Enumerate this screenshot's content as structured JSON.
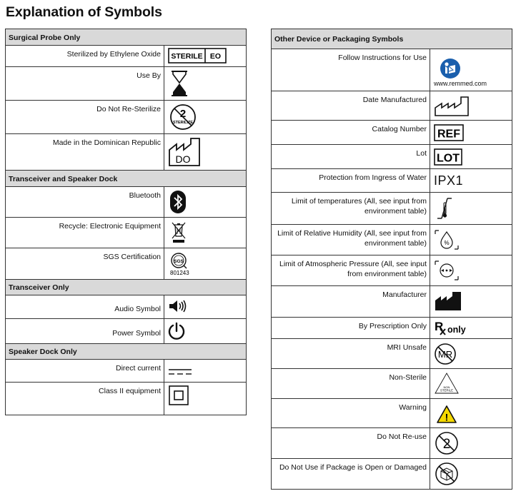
{
  "title": "Explanation of Symbols",
  "left": {
    "sections": [
      {
        "header": "Surgical Probe Only",
        "rows": [
          {
            "label": "Sterilized by Ethylene Oxide",
            "icon": "sterile-eo-icon",
            "text": [
              "STERILE",
              "EO"
            ]
          },
          {
            "label": "Use By",
            "icon": "hourglass-icon"
          },
          {
            "label": "Do Not Re-Sterilize",
            "icon": "do-not-resterilize-icon",
            "text": [
              "2",
              "STERILIZE"
            ]
          },
          {
            "label": "Made in the Dominican Republic",
            "icon": "factory-do-icon",
            "text": [
              "DO"
            ]
          }
        ]
      },
      {
        "header": "Transceiver and Speaker Dock",
        "rows": [
          {
            "label": "Bluetooth",
            "icon": "bluetooth-icon"
          },
          {
            "label": "Recycle: Electronic Equipment",
            "icon": "weee-bin-icon"
          },
          {
            "label": "SGS Certification",
            "icon": "sgs-icon",
            "text": [
              "SGS",
              "801243"
            ]
          }
        ]
      },
      {
        "header": "Transceiver Only",
        "rows": [
          {
            "label": "Audio Symbol",
            "icon": "speaker-icon"
          },
          {
            "label": "Power Symbol",
            "icon": "power-icon"
          }
        ]
      },
      {
        "header": "Speaker Dock Only",
        "rows": [
          {
            "label": "Direct current",
            "icon": "direct-current-icon"
          },
          {
            "label": "Class II equipment",
            "icon": "class-ii-icon"
          }
        ]
      }
    ]
  },
  "right": {
    "header": "Other Device or Packaging Symbols",
    "rows": [
      {
        "label": "Follow Instructions for Use",
        "icon": "instructions-icon",
        "text": [
          "www.remmed.com"
        ]
      },
      {
        "label": "Date Manufactured",
        "icon": "date-manufactured-icon"
      },
      {
        "label": "Catalog Number",
        "icon": "ref-icon",
        "text": [
          "REF"
        ]
      },
      {
        "label": "Lot",
        "icon": "lot-icon",
        "text": [
          "LOT"
        ]
      },
      {
        "label": "Protection from Ingress of Water",
        "icon": "ipx1-icon",
        "text": [
          "IPX1"
        ]
      },
      {
        "label": "Limit of temperatures (All, see input from environment table)",
        "icon": "temperature-limit-icon"
      },
      {
        "label": "Limit of Relative Humidity (All, see input from environment table)",
        "icon": "humidity-limit-icon",
        "text": [
          "%"
        ]
      },
      {
        "label": "Limit of Atmospheric Pressure (All, see input from environment table)",
        "icon": "pressure-limit-icon"
      },
      {
        "label": "Manufacturer",
        "icon": "manufacturer-icon"
      },
      {
        "label": "By Prescription Only",
        "icon": "rx-only-icon",
        "text": [
          "R",
          "only"
        ]
      },
      {
        "label": "MRI Unsafe",
        "icon": "mri-unsafe-icon",
        "text": [
          "MR"
        ]
      },
      {
        "label": "Non-Sterile",
        "icon": "non-sterile-icon",
        "text": [
          "NON",
          "STERILE"
        ]
      },
      {
        "label": "Warning",
        "icon": "warning-icon",
        "text": [
          "!"
        ]
      },
      {
        "label": "Do Not Re-use",
        "icon": "do-not-reuse-icon",
        "text": [
          "2"
        ]
      },
      {
        "label": "Do Not Use if Package is Open or Damaged",
        "icon": "damaged-package-icon"
      }
    ]
  },
  "colors": {
    "section_bg": "#d9d9d9",
    "instructions_blue": "#1a5fad",
    "warning_yellow": "#f5d800"
  }
}
